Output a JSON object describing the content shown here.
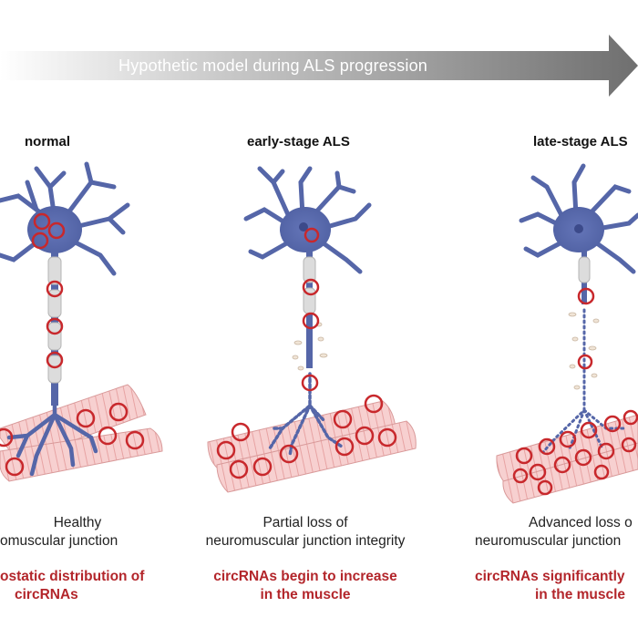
{
  "banner": {
    "title": "Hypothetic model during ALS progression",
    "arrow_color": "#7a7a7a"
  },
  "panels": [
    {
      "title": "normal",
      "description_line1": "Healthy",
      "description_line2": "omuscular junction",
      "finding_line1": "ostatic distribution of",
      "finding_line2": "circRNAs"
    },
    {
      "title": "early-stage ALS",
      "description_line1": "Partial loss of",
      "description_line2": "neuromuscular junction integrity",
      "finding_line1": "circRNAs begin to increase",
      "finding_line2": "in the muscle"
    },
    {
      "title": "late-stage ALS",
      "description_line1": "Advanced loss o",
      "description_line2": "neuromuscular junction",
      "finding_line1": "circRNAs significantly",
      "finding_line2": "in the muscle"
    }
  ],
  "colors": {
    "neuron": "#5566a8",
    "neuron_dark": "#3c4a8a",
    "circ_rna": "#c8282c",
    "muscle_fill": "#f6cccc",
    "muscle_stripe": "#e8a6a6",
    "myelin": "#dcdcdc",
    "finding_text": "#b3262b"
  }
}
